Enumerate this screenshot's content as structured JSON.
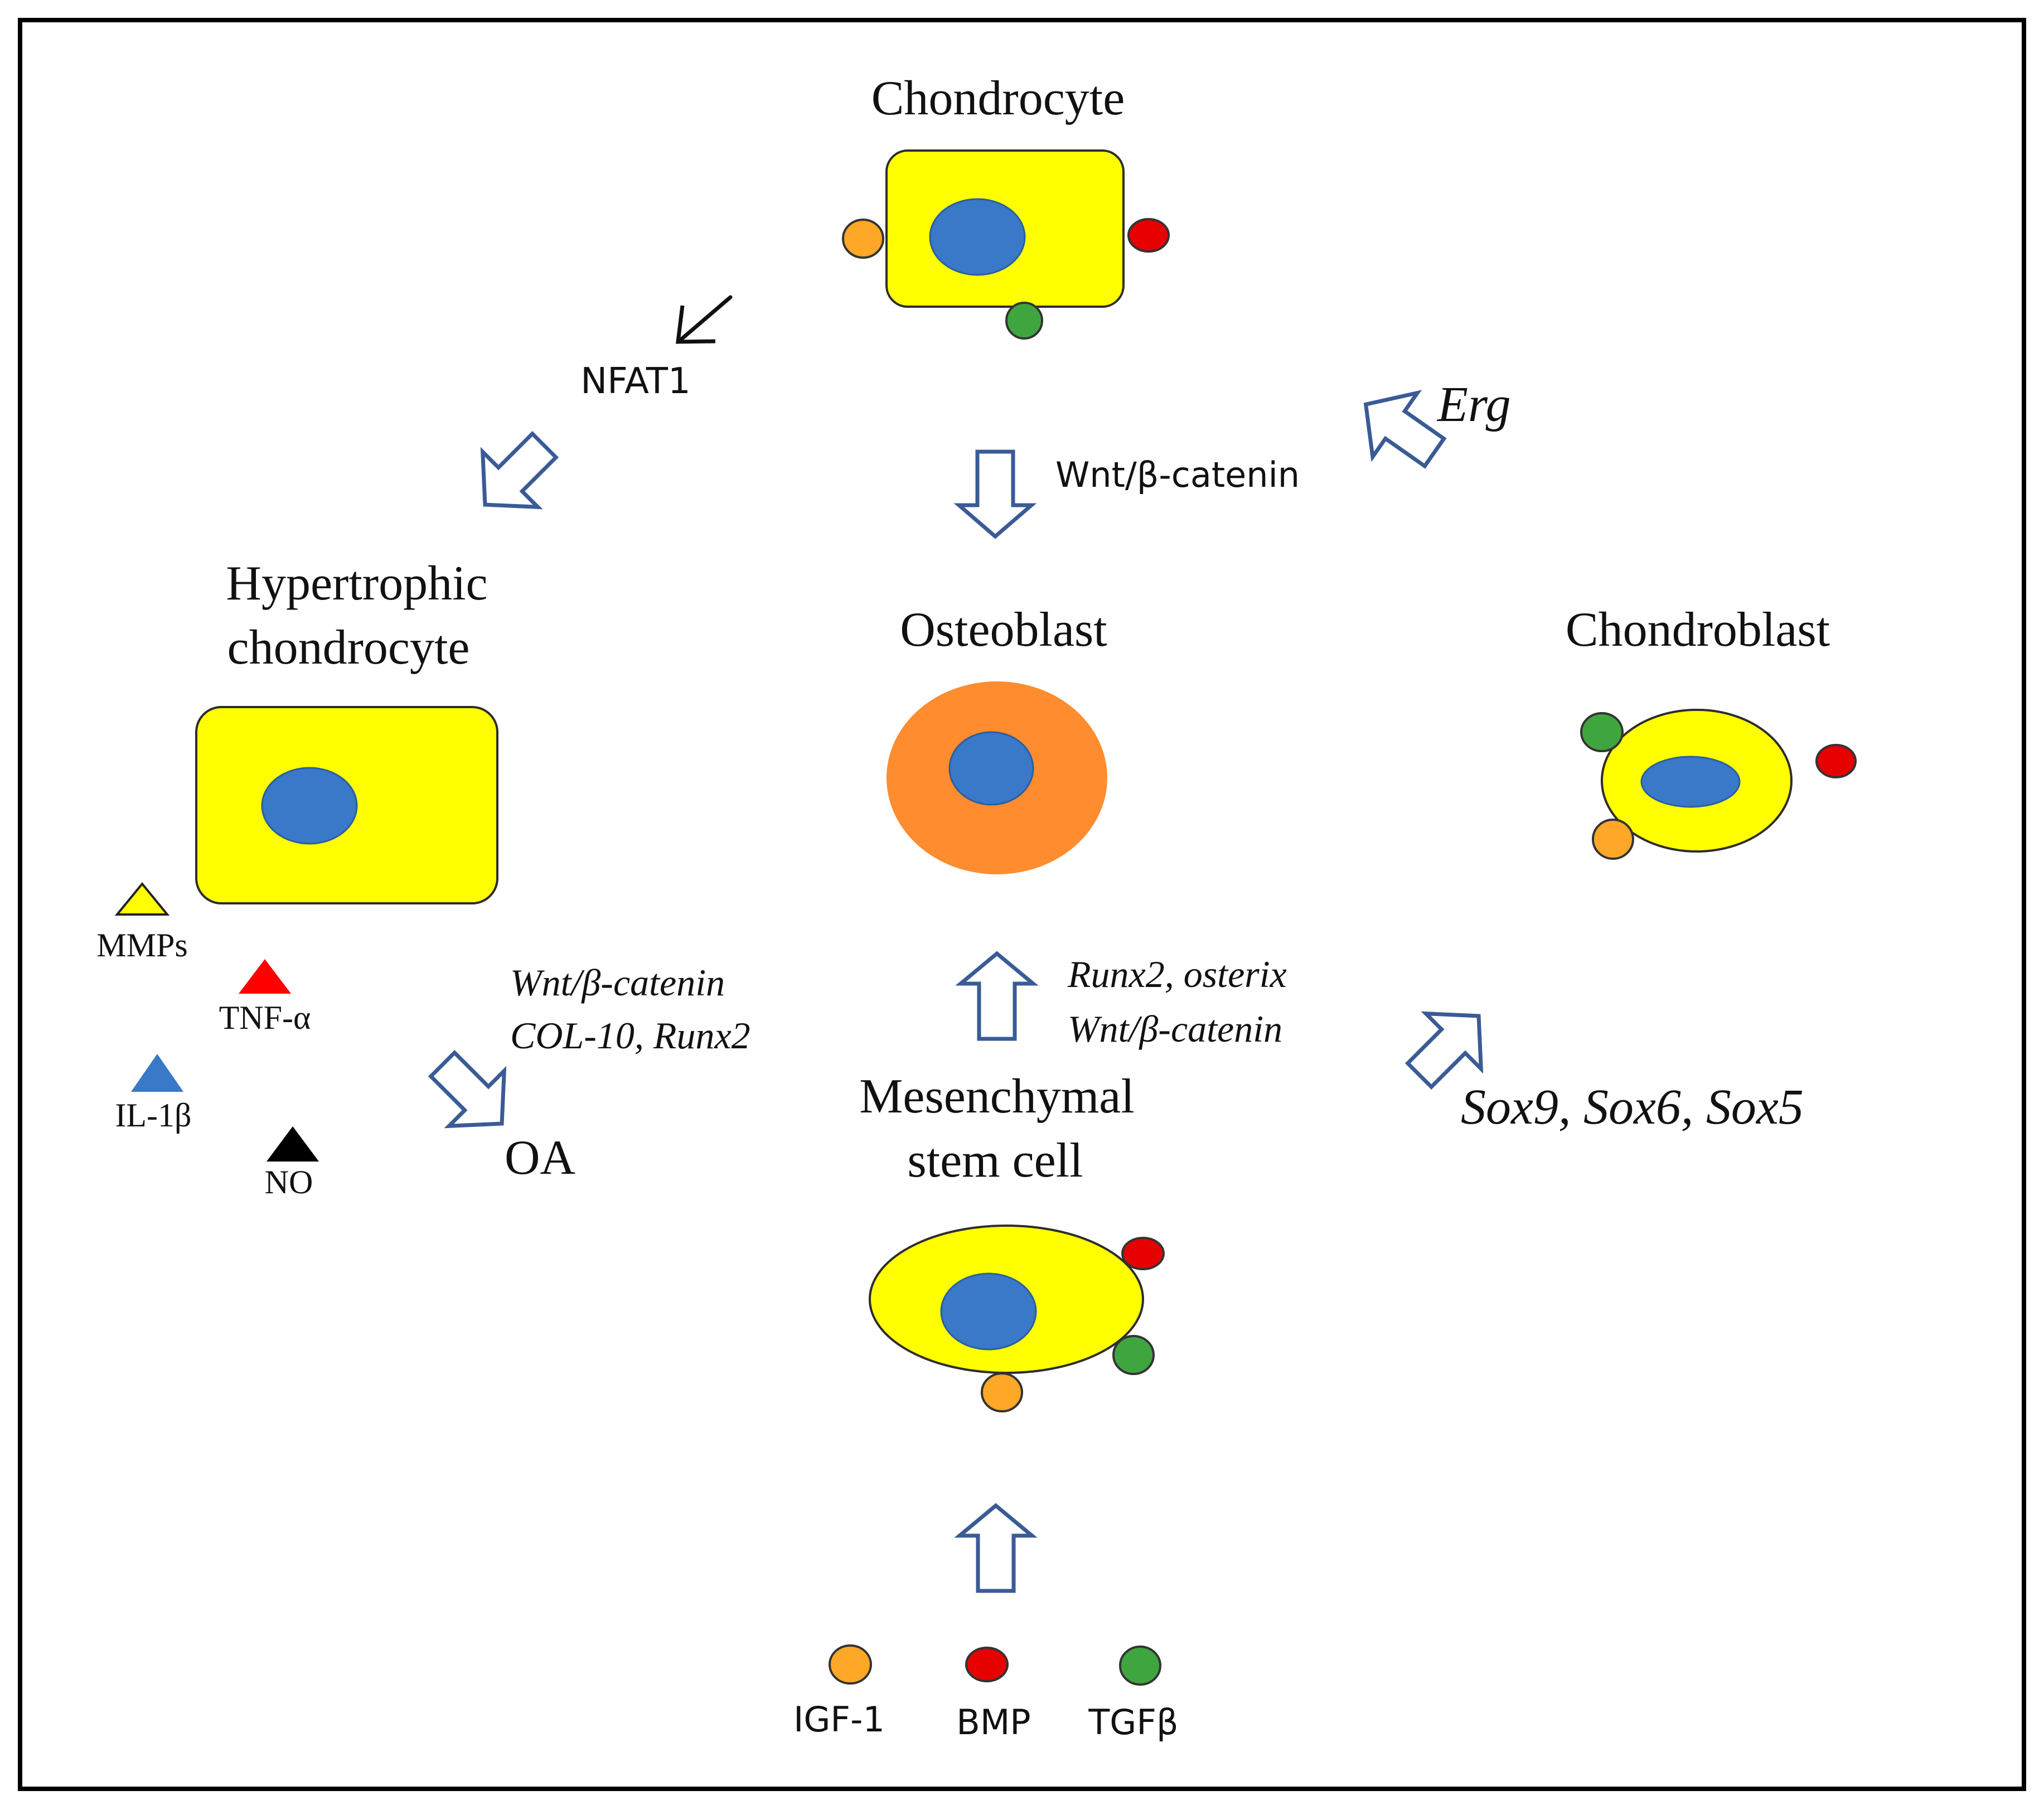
{
  "colors": {
    "cell_body": "#ffff00",
    "nucleus": "#3a78c8",
    "osteoblast_body": "#ff8c2e",
    "igf1": "#ffa726",
    "bmp": "#e60000",
    "tgfb": "#3fa63f",
    "arrow_outline": "#3a5b96",
    "mmps": "#ffff00",
    "tnf": "#ff0000",
    "il1b": "#3a78c8",
    "no": "#000000"
  },
  "cells": {
    "chondrocyte": "Chondrocyte",
    "hypertrophic_line1": "Hypertrophic",
    "hypertrophic_line2": "chondrocyte",
    "osteoblast": "Osteoblast",
    "chondroblast": "Chondroblast",
    "msc_line1": "Mesenchymal",
    "msc_line2": "stem cell"
  },
  "pathways": {
    "nfat1": "NFAT1",
    "wnt_top": "Wnt/β-catenin",
    "erg": "Erg",
    "oa_line1": "Wnt/β-catenin",
    "oa_line2": "COL-10, Runx2",
    "oa": "OA",
    "osteo_line1": "Runx2,  osterix",
    "osteo_line2": "Wnt/β-catenin",
    "sox": "Sox9, Sox6, Sox5"
  },
  "mediators": {
    "mmps": "MMPs",
    "tnf": "TNF-α",
    "il1b": "IL-1β",
    "no": "NO"
  },
  "legend": {
    "igf1": "IGF-1",
    "bmp": "BMP",
    "tgfb": "TGFβ"
  }
}
